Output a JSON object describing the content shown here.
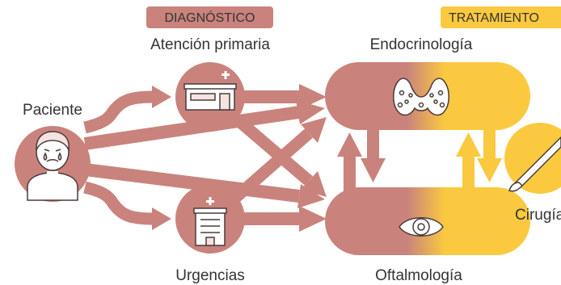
{
  "headers": {
    "diagnostic": "DIAGNÓSTICO",
    "treatment": "TRATAMIENTO"
  },
  "nodes": {
    "patient": "Paciente",
    "primary_care": "Atención primaria",
    "emergency": "Urgencias",
    "endocrinology": "Endocrinología",
    "ophthalmology": "Oftalmología",
    "surgery": "Cirugía"
  },
  "colors": {
    "diagnostic": "#c9837c",
    "treatment": "#fbc93f",
    "icon_stroke": "#4a3b3b"
  },
  "icons": {
    "patient": "crying-person-icon",
    "primary_care": "clinic-building-icon",
    "emergency": "hospital-building-icon",
    "endocrinology": "thyroid-icon",
    "ophthalmology": "eye-icon",
    "surgery": "scalpel-icon"
  }
}
